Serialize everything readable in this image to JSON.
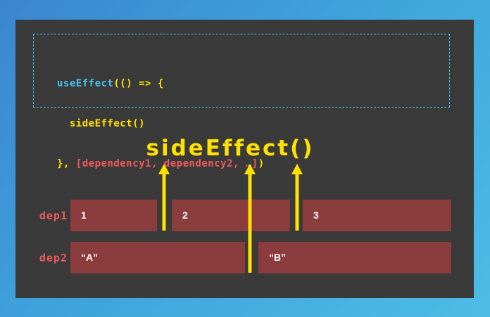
{
  "code": {
    "line1": {
      "a": "useEffect",
      "b": "(() => {"
    },
    "line2": {
      "a": "sideEffect()"
    },
    "line3": {
      "a": "}, ",
      "b": "[dependency1, dependency2, …]",
      "c": ")"
    }
  },
  "title": "sideEffect()",
  "rows": [
    {
      "label": "dep1",
      "cells": [
        "1",
        "2",
        "3"
      ]
    },
    {
      "label": "dep2",
      "cells": [
        "“A”",
        "“B”"
      ]
    }
  ],
  "colors": {
    "panel": "#3a3a3a",
    "accent_blue": "#4cc0ee",
    "accent_yellow": "#ffe100",
    "accent_red": "#f05a5a",
    "cell": "#8b3c3c"
  }
}
